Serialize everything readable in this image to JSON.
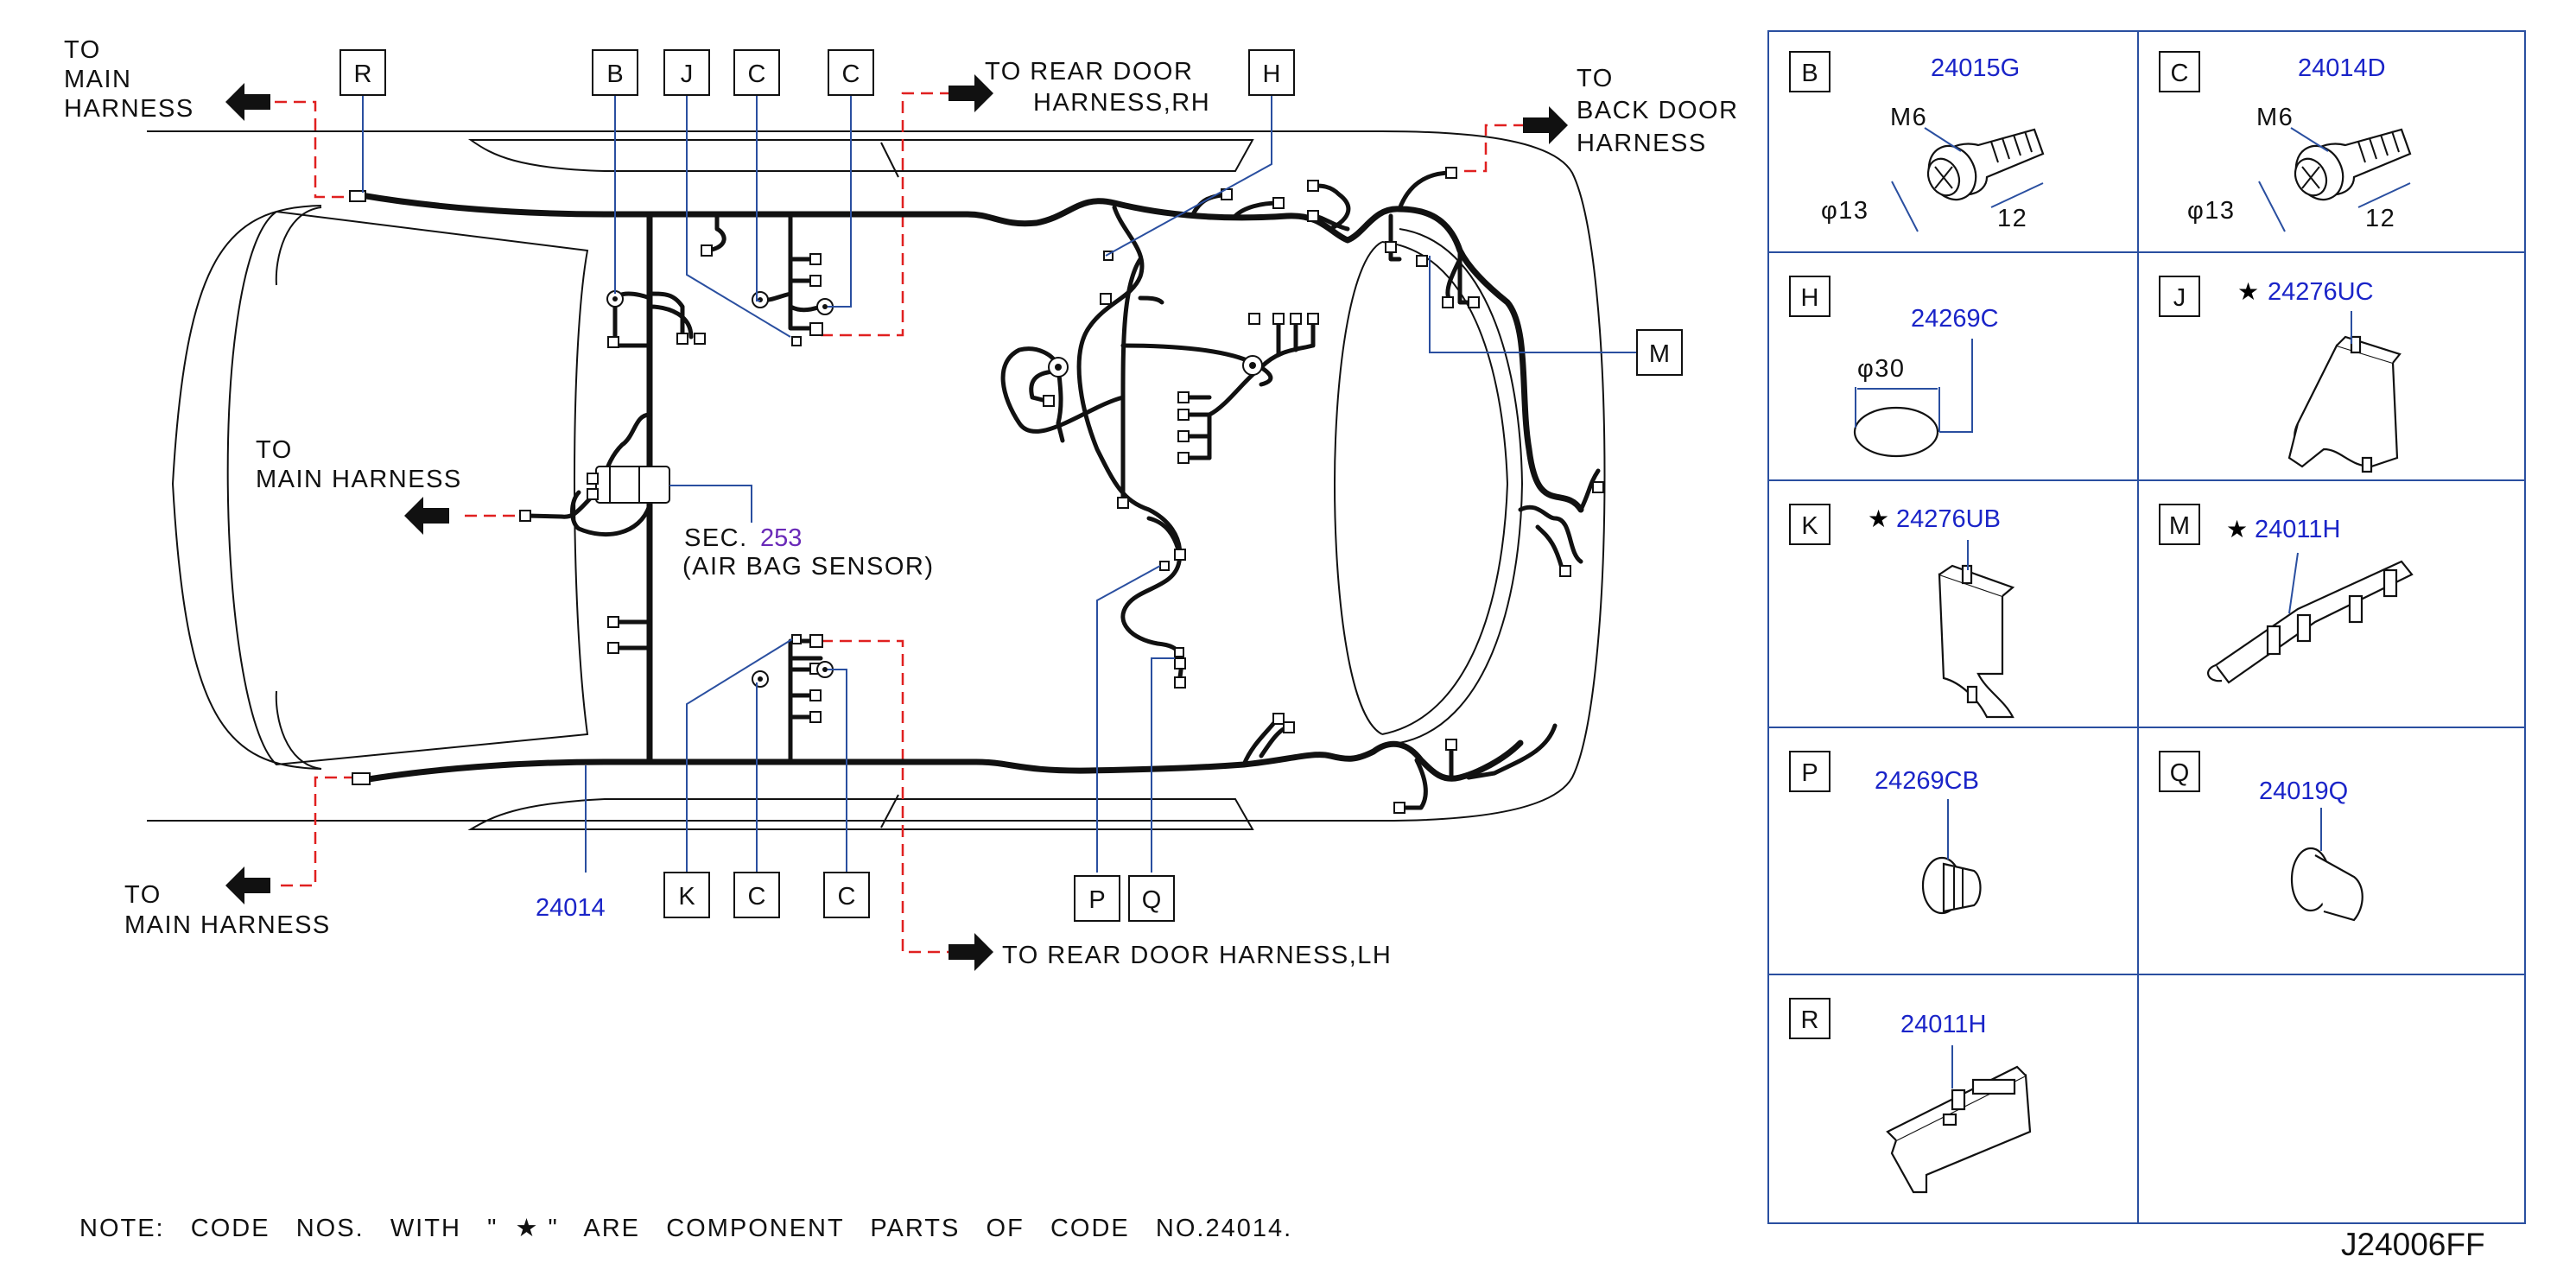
{
  "labels": {
    "to_main_harness_top": [
      "TO",
      "MAIN",
      "HARNESS"
    ],
    "to_rear_door_rh": [
      "TO   REAR   DOOR",
      "HARNESS,RH"
    ],
    "to_back_door": [
      "TO",
      "BACK   DOOR",
      "HARNESS"
    ],
    "to_main_harness_mid": [
      "TO",
      "MAIN   HARNESS"
    ],
    "to_main_harness_bottom": [
      "TO",
      "MAIN   HARNESS"
    ],
    "to_rear_door_lh": "TO   REAR   DOOR   HARNESS,LH",
    "sec_prefix": "SEC.",
    "sec_number": "253",
    "air_bag_sensor": "(AIR   BAG   SENSOR)",
    "part_24014": "24014"
  },
  "callouts": {
    "R": "R",
    "B": "B",
    "J": "J",
    "C": "C",
    "H": "H",
    "M": "M",
    "K": "K",
    "P": "P",
    "Q": "Q"
  },
  "parts": [
    {
      "letter": "B",
      "code": "24015G",
      "star": false,
      "m": "M6",
      "dia": "φ13",
      "len": "12"
    },
    {
      "letter": "C",
      "code": "24014D",
      "star": false,
      "m": "M6",
      "dia": "φ13",
      "len": "12"
    },
    {
      "letter": "H",
      "code": "24269C",
      "star": false,
      "dia": "φ30"
    },
    {
      "letter": "J",
      "code": "24276UC",
      "star": true
    },
    {
      "letter": "K",
      "code": "24276UB",
      "star": true
    },
    {
      "letter": "M",
      "code": "24011H",
      "star": true
    },
    {
      "letter": "P",
      "code": "24269CB",
      "star": false
    },
    {
      "letter": "Q",
      "code": "24019Q",
      "star": false
    },
    {
      "letter": "R",
      "code": "24011H",
      "star": false
    }
  ],
  "star_symbol": "★",
  "note": "NOTE:   CODE   NOS.   WITH   \"  ★ \"   ARE   COMPONENT   PARTS   OF   CODE   NO.24014.",
  "drawing_number": "J24006FF",
  "colors": {
    "code_blue": "#1a24c8",
    "leader_blue": "#2a4fa0",
    "red_dash": "#e02020"
  }
}
